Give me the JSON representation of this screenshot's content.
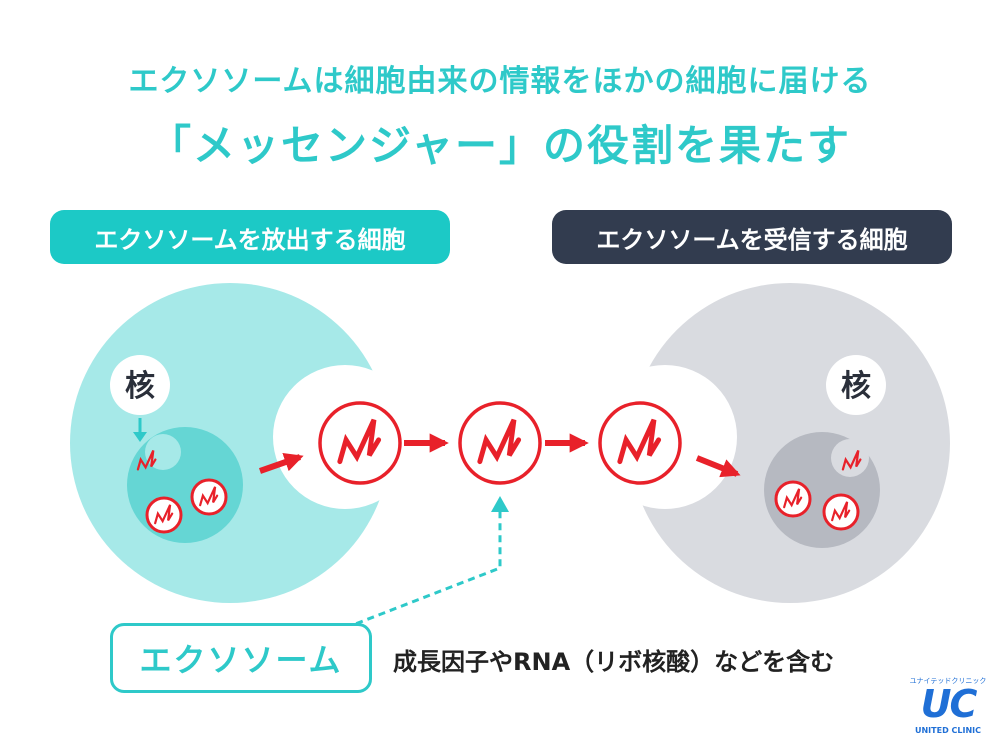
{
  "title": {
    "line1": "エクソソームは細胞由来の情報をほかの細胞に届ける",
    "line2": "「メッセンジャー」の役割を果たす"
  },
  "sender": {
    "label": "エクソソームを放出する細胞",
    "nucleus": "核"
  },
  "receiver": {
    "label": "エクソソームを受信する細胞",
    "nucleus": "核"
  },
  "exosome_label": "エクソソーム",
  "exosome_contents": "成長因子やRNA（リボ核酸）などを含む",
  "logo": {
    "kana": "ユナイテッドクリニック",
    "mark": "UC",
    "name": "UNITED CLINIC"
  },
  "colors": {
    "teal": "#2ec9c9",
    "teal_pill": "#1cc9c6",
    "dark_pill": "#323c4f",
    "sender_cell": "#a6e9e8",
    "sender_core": "#65d6d4",
    "receiver_cell": "#d9dbe0",
    "receiver_core": "#b6b9c1",
    "red": "#e8212a"
  }
}
